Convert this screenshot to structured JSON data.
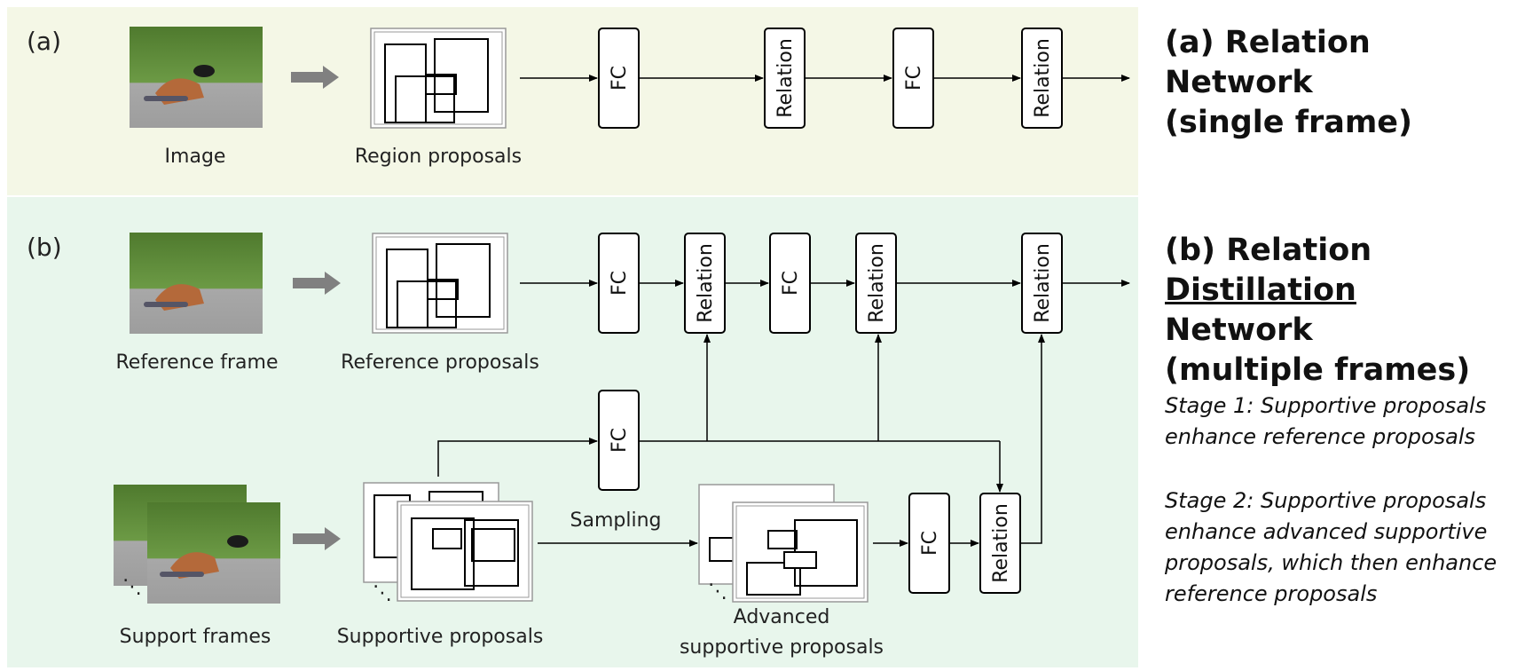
{
  "diagram": {
    "panel_a": {
      "tag": "(a)",
      "image_label": "Image",
      "proposals_label": "Region proposals",
      "blocks": [
        "FC",
        "Relation",
        "FC",
        "Relation"
      ]
    },
    "panel_b": {
      "tag": "(b)",
      "reference_frame_label": "Reference frame",
      "reference_proposals_label": "Reference proposals",
      "support_frames_label": "Support frames",
      "supportive_proposals_label": "Supportive proposals",
      "sampling_label": "Sampling",
      "advanced_label_line1": "Advanced",
      "advanced_label_line2": "supportive proposals",
      "top_blocks": [
        "FC",
        "Relation",
        "FC",
        "Relation",
        "Relation"
      ],
      "middle_block": "FC",
      "bottom_blocks": [
        "FC",
        "Relation"
      ],
      "ellipsis": "⋱"
    }
  },
  "legend": {
    "a_title_line1": "(a) Relation Network",
    "a_title_line2": "(single frame)",
    "b_title_prefix": "(b) Relation ",
    "b_title_underlined": "Distillation",
    "b_title_line2": "Network",
    "b_title_line3": "(multiple frames)",
    "stage1_line1": "Stage 1: Supportive proposals",
    "stage1_line2": "enhance reference proposals",
    "stage2_line1": "Stage 2: Supportive proposals",
    "stage2_line2": "enhance advanced supportive",
    "stage2_line3": "proposals, which then enhance",
    "stage2_line4": "reference proposals"
  },
  "colors": {
    "panel_a_bg": "#f4f7e6",
    "panel_b_bg": "#e8f6ec",
    "arrow": "#000000",
    "big_arrow": "#808080"
  }
}
